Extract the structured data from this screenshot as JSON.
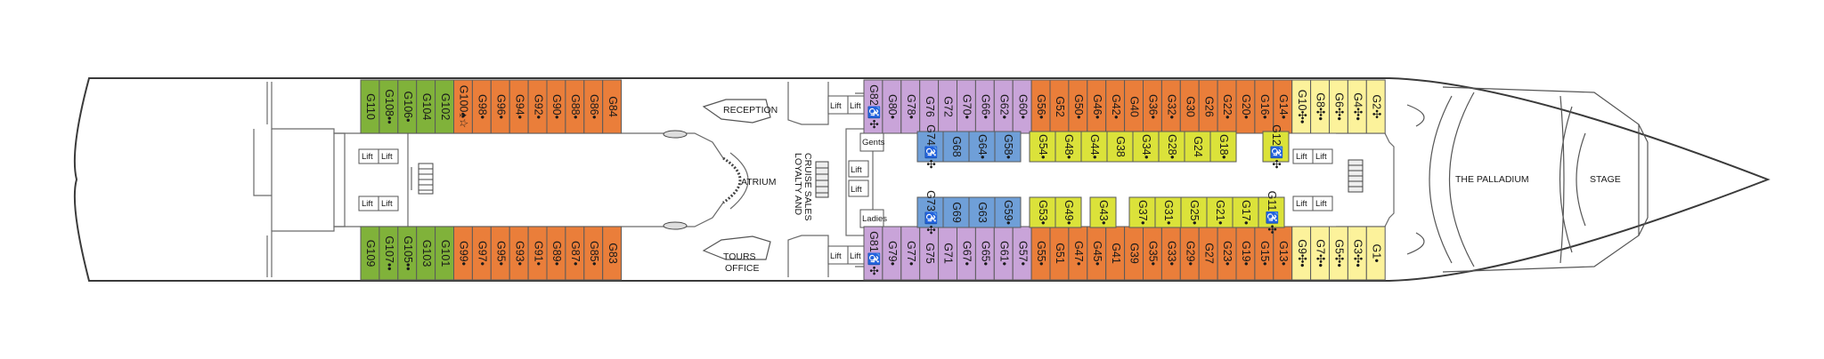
{
  "colors": {
    "green": "#80b23a",
    "orange": "#ea7e3a",
    "lilac": "#c9a4d9",
    "yellow": "#fcf29b",
    "blue": "#6f9fd8",
    "lime": "#dbe23a",
    "outline": "#5a5a5a"
  },
  "labels": {
    "reception": "RECEPTION",
    "tours_line1": "TOURS",
    "tours_line2": "OFFICE",
    "atrium": "ATRIUM",
    "loyalty_line1": "LOYALTY AND",
    "loyalty_line2": "CRUISE SALES",
    "palladium": "THE PALLADIUM",
    "stage": "STAGE",
    "gents": "Gents",
    "ladies": "Ladies",
    "lift": "Lift"
  },
  "cabins": {
    "top_aft": [
      {
        "id": "G110",
        "color": "green"
      },
      {
        "id": "G108",
        "color": "green",
        "sym": "••"
      },
      {
        "id": "G106",
        "color": "green",
        "sym": "•"
      },
      {
        "id": "G104",
        "color": "green"
      },
      {
        "id": "G102",
        "color": "green"
      },
      {
        "id": "G100",
        "color": "orange",
        "sym": "♠☆"
      },
      {
        "id": "G98",
        "color": "orange",
        "sym": "•"
      },
      {
        "id": "G96",
        "color": "orange",
        "sym": "•"
      },
      {
        "id": "G94",
        "color": "orange",
        "sym": "•"
      },
      {
        "id": "G92",
        "color": "orange",
        "sym": "•"
      },
      {
        "id": "G90",
        "color": "orange",
        "sym": "•"
      },
      {
        "id": "G88",
        "color": "orange",
        "sym": "•"
      },
      {
        "id": "G86",
        "color": "orange",
        "sym": "•"
      },
      {
        "id": "G84",
        "color": "orange"
      }
    ],
    "bottom_aft": [
      {
        "id": "G109",
        "color": "green"
      },
      {
        "id": "G107",
        "color": "green",
        "sym": "••"
      },
      {
        "id": "G105",
        "color": "green",
        "sym": "••"
      },
      {
        "id": "G103",
        "color": "green"
      },
      {
        "id": "G101",
        "color": "green"
      },
      {
        "id": "G99",
        "color": "orange",
        "sym": "•"
      },
      {
        "id": "G97",
        "color": "orange",
        "sym": "•"
      },
      {
        "id": "G95",
        "color": "orange",
        "sym": "•"
      },
      {
        "id": "G93",
        "color": "orange",
        "sym": "•"
      },
      {
        "id": "G91",
        "color": "orange",
        "sym": "•"
      },
      {
        "id": "G89",
        "color": "orange",
        "sym": "•"
      },
      {
        "id": "G87",
        "color": "orange",
        "sym": "•"
      },
      {
        "id": "G85",
        "color": "orange",
        "sym": "•"
      },
      {
        "id": "G83",
        "color": "orange"
      }
    ],
    "top_fwd": [
      {
        "id": "G82",
        "color": "lilac",
        "sym": "♿✣"
      },
      {
        "id": "G80",
        "color": "lilac",
        "sym": "•"
      },
      {
        "id": "G78",
        "color": "lilac",
        "sym": "•"
      },
      {
        "id": "G76",
        "color": "lilac"
      },
      {
        "id": "G72",
        "color": "lilac"
      },
      {
        "id": "G70",
        "color": "lilac",
        "sym": "•"
      },
      {
        "id": "G66",
        "color": "lilac",
        "sym": "•"
      },
      {
        "id": "G62",
        "color": "lilac",
        "sym": "•"
      },
      {
        "id": "G60",
        "color": "lilac",
        "sym": "•"
      },
      {
        "id": "G56",
        "color": "orange",
        "sym": "•"
      },
      {
        "id": "G52",
        "color": "orange"
      },
      {
        "id": "G50",
        "color": "orange",
        "sym": "•"
      },
      {
        "id": "G46",
        "color": "orange",
        "sym": "•"
      },
      {
        "id": "G42",
        "color": "orange",
        "sym": "•"
      },
      {
        "id": "G40",
        "color": "orange"
      },
      {
        "id": "G36",
        "color": "orange",
        "sym": "•"
      },
      {
        "id": "G32",
        "color": "orange",
        "sym": "•"
      },
      {
        "id": "G30",
        "color": "orange"
      },
      {
        "id": "G26",
        "color": "orange"
      },
      {
        "id": "G22",
        "color": "orange",
        "sym": "•"
      },
      {
        "id": "G20",
        "color": "orange",
        "sym": "•"
      },
      {
        "id": "G16",
        "color": "orange",
        "sym": "•"
      },
      {
        "id": "G14",
        "color": "orange",
        "sym": "•"
      },
      {
        "id": "G10",
        "color": "yellow",
        "sym": "✣•"
      },
      {
        "id": "G8",
        "color": "yellow",
        "sym": "✣•"
      },
      {
        "id": "G6",
        "color": "yellow",
        "sym": "✣•"
      },
      {
        "id": "G4",
        "color": "yellow",
        "sym": "✣•"
      },
      {
        "id": "G2",
        "color": "yellow",
        "sym": "✣"
      }
    ],
    "bottom_fwd": [
      {
        "id": "G81",
        "color": "lilac",
        "sym": "♿✣"
      },
      {
        "id": "G79",
        "color": "lilac",
        "sym": "•"
      },
      {
        "id": "G77",
        "color": "lilac",
        "sym": "•"
      },
      {
        "id": "G75",
        "color": "lilac"
      },
      {
        "id": "G71",
        "color": "lilac"
      },
      {
        "id": "G67",
        "color": "lilac",
        "sym": "•"
      },
      {
        "id": "G65",
        "color": "lilac",
        "sym": "•"
      },
      {
        "id": "G61",
        "color": "lilac",
        "sym": "•"
      },
      {
        "id": "G57",
        "color": "lilac",
        "sym": "•"
      },
      {
        "id": "G55",
        "color": "orange",
        "sym": "•"
      },
      {
        "id": "G51",
        "color": "orange"
      },
      {
        "id": "G47",
        "color": "orange",
        "sym": "•"
      },
      {
        "id": "G45",
        "color": "orange",
        "sym": "•"
      },
      {
        "id": "G41",
        "color": "orange"
      },
      {
        "id": "G39",
        "color": "orange"
      },
      {
        "id": "G35",
        "color": "orange",
        "sym": "•"
      },
      {
        "id": "G33",
        "color": "orange",
        "sym": "•"
      },
      {
        "id": "G29",
        "color": "orange",
        "sym": "•"
      },
      {
        "id": "G27",
        "color": "orange"
      },
      {
        "id": "G23",
        "color": "orange",
        "sym": "•"
      },
      {
        "id": "G19",
        "color": "orange",
        "sym": "•"
      },
      {
        "id": "G15",
        "color": "orange",
        "sym": "•"
      },
      {
        "id": "G13",
        "color": "orange",
        "sym": "•"
      },
      {
        "id": "G9",
        "color": "yellow",
        "sym": "✣•"
      },
      {
        "id": "G7",
        "color": "yellow",
        "sym": "✣•"
      },
      {
        "id": "G5",
        "color": "yellow",
        "sym": "✣•"
      },
      {
        "id": "G3",
        "color": "yellow",
        "sym": "✣•"
      },
      {
        "id": "G1",
        "color": "yellow",
        "sym": "•"
      }
    ],
    "inner_top_a": [
      {
        "id": "G74",
        "color": "blue",
        "sym": "♿✣"
      },
      {
        "id": "G68",
        "color": "blue"
      },
      {
        "id": "G64",
        "color": "blue",
        "sym": "•"
      },
      {
        "id": "G58",
        "color": "blue",
        "sym": "•"
      }
    ],
    "inner_top_b": [
      {
        "id": "G54",
        "color": "lime",
        "sym": "•"
      },
      {
        "id": "G48",
        "color": "lime",
        "sym": "•"
      },
      {
        "id": "G44",
        "color": "lime",
        "sym": "•"
      },
      {
        "id": "G38",
        "color": "lime"
      },
      {
        "id": "G34",
        "color": "lime",
        "sym": "•"
      },
      {
        "id": "G28",
        "color": "lime",
        "sym": "•"
      },
      {
        "id": "G24",
        "color": "lime"
      },
      {
        "id": "G18",
        "color": "lime",
        "sym": "•"
      }
    ],
    "inner_top_c": [
      {
        "id": "G12",
        "color": "lime",
        "sym": "♿✣"
      }
    ],
    "inner_bot_a": [
      {
        "id": "G73",
        "color": "blue",
        "sym": "♿✣"
      },
      {
        "id": "G69",
        "color": "blue"
      },
      {
        "id": "G63",
        "color": "blue"
      },
      {
        "id": "G59",
        "color": "blue",
        "sym": "•"
      }
    ],
    "inner_bot_b": [
      {
        "id": "G53",
        "color": "lime",
        "sym": "•"
      },
      {
        "id": "G49",
        "color": "lime",
        "sym": "•"
      }
    ],
    "inner_bot_c": [
      {
        "id": "G43",
        "color": "lime",
        "sym": "•"
      }
    ],
    "inner_bot_d": [
      {
        "id": "G37",
        "color": "lime",
        "sym": "•"
      },
      {
        "id": "G31",
        "color": "lime",
        "sym": "•"
      },
      {
        "id": "G25",
        "color": "lime",
        "sym": "•"
      },
      {
        "id": "G21",
        "color": "lime",
        "sym": "•"
      },
      {
        "id": "G17",
        "color": "lime",
        "sym": "•"
      },
      {
        "id": "G11",
        "color": "lime",
        "sym": "♿✣"
      }
    ]
  }
}
